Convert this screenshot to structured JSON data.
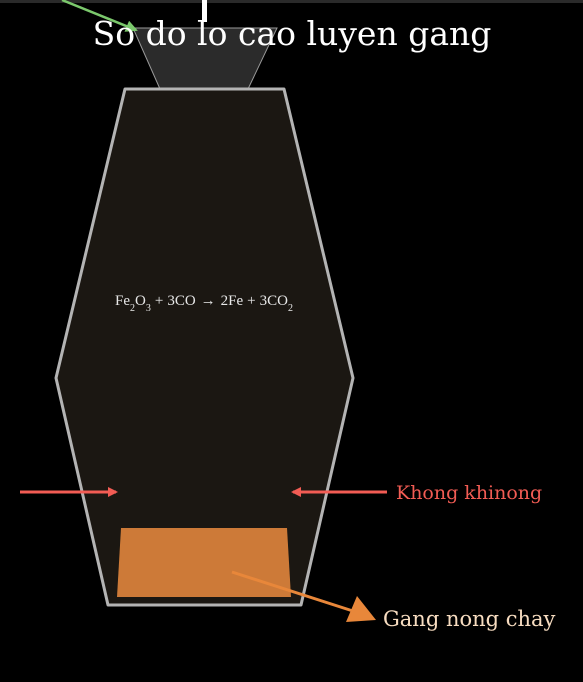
{
  "title": "So do lo cao luyen gang",
  "equation": {
    "reactant_1": "Fe",
    "reactant_1_sub": "2",
    "reactant_1_tail": "O",
    "reactant_1_tail_sub": "3",
    "plus_1": "+",
    "reactant_2": "3CO",
    "arrow": "→",
    "product_1": "2Fe",
    "plus_2": "+",
    "product_2": "3CO",
    "product_2_sub": "2"
  },
  "labels": {
    "air": "Khong khinong",
    "molten_iron": "Gang nong chay"
  },
  "colors": {
    "background": "#000000",
    "furnace_fill": "#1b1712",
    "furnace_stroke": "#b4b4b4",
    "hopper_fill": "#2b2b2b",
    "molten_iron": "#cd7a38",
    "air_arrow": "#f25c54",
    "iron_arrow": "#e8873a",
    "feed_arrow": "#7bc86c",
    "title_text": "#ffffff",
    "iron_label_text": "#f7dcc0"
  }
}
